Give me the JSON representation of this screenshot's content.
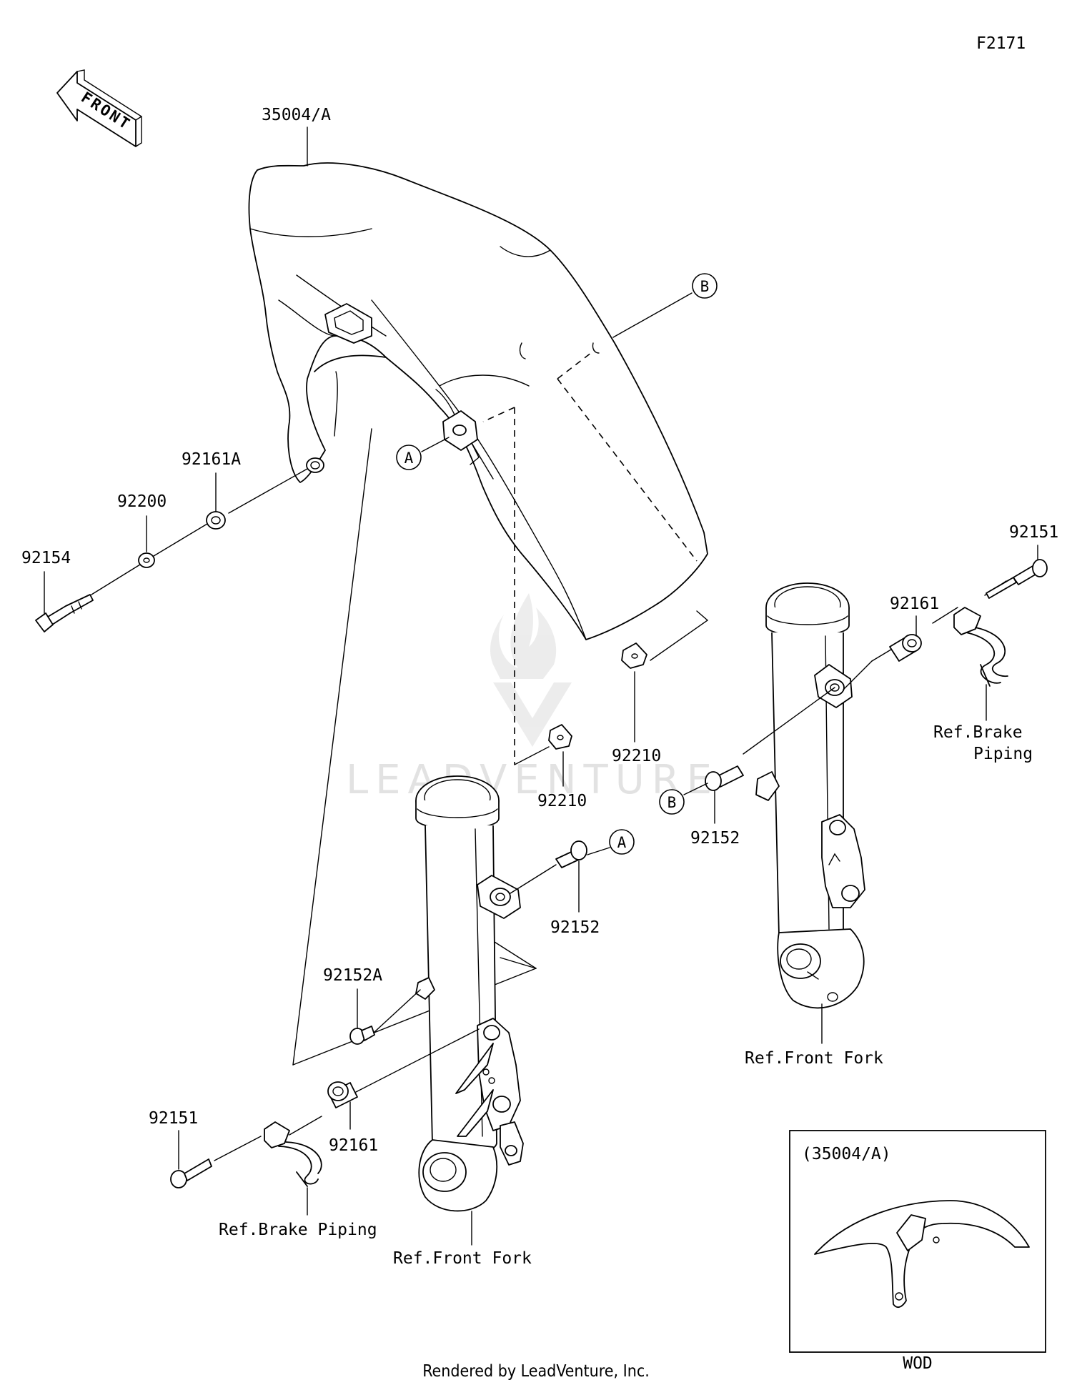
{
  "figure_code": "F2171",
  "front_arrow_label": "FRONT",
  "callouts": [
    {
      "id": "fender",
      "text": "35004/A"
    },
    {
      "id": "bolt_left",
      "text": "92154"
    },
    {
      "id": "washer_left",
      "text": "92200"
    },
    {
      "id": "grommet_left",
      "text": "92161A"
    },
    {
      "id": "bolt_right_top",
      "text": "92151"
    },
    {
      "id": "collar_right_top",
      "text": "92161"
    },
    {
      "id": "nut_right",
      "text": "92210"
    },
    {
      "id": "nut_center",
      "text": "92210"
    },
    {
      "id": "bolt_b",
      "text": "92152"
    },
    {
      "id": "bolt_a",
      "text": "92152"
    },
    {
      "id": "bolt_lower",
      "text": "92152A"
    },
    {
      "id": "bolt_left_bottom",
      "text": "92151"
    },
    {
      "id": "collar_left_bottom",
      "text": "92161"
    }
  ],
  "refs": {
    "brake_piping_right_line1": "Ref.Brake",
    "brake_piping_right_line2": "Piping",
    "front_fork_right": "Ref.Front Fork",
    "brake_piping_left": "Ref.Brake Piping",
    "front_fork_left": "Ref.Front Fork"
  },
  "markers": {
    "a": "A",
    "b": "B"
  },
  "inset": {
    "title": "(35004/A)",
    "caption": "WOD"
  },
  "watermark": "LEADVENTURE",
  "footer": "Rendered by LeadVenture, Inc."
}
